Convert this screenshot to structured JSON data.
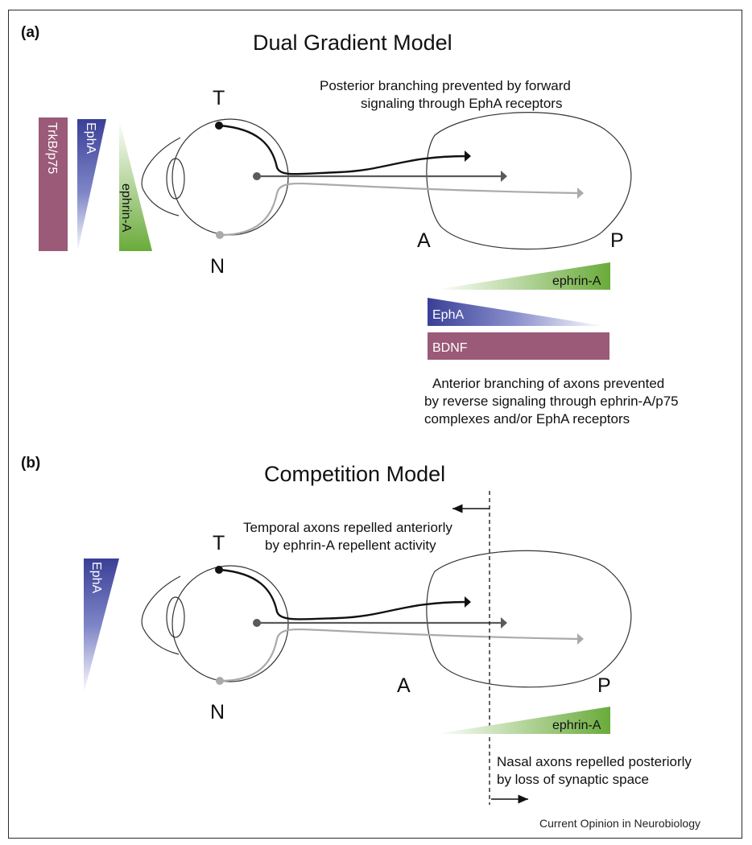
{
  "panel_a": {
    "label": "(a)",
    "title": "Dual Gradient Model",
    "retina_letters": {
      "top": "T",
      "bottom": "N"
    },
    "retina_gradients": [
      "TrkB/p75",
      "EphA",
      "ephrin-A"
    ],
    "tectum_letters": {
      "anterior": "A",
      "posterior": "P"
    },
    "tectum_gradients": [
      "ephrin-A",
      "EphA",
      "BDNF"
    ],
    "posterior_caption": [
      "Posterior branching prevented by forward",
      "signaling through EphA receptors"
    ],
    "anterior_caption": [
      "Anterior branching of axons prevented",
      "by reverse signaling through ephrin-A/p75",
      "complexes and/or EphA receptors"
    ]
  },
  "panel_b": {
    "label": "(b)",
    "title": "Competition Model",
    "retina_letters": {
      "top": "T",
      "bottom": "N"
    },
    "retina_gradient": "EphA",
    "tectum_letters": {
      "anterior": "A",
      "posterior": "P"
    },
    "tectum_gradient": "ephrin-A",
    "temporal_caption": [
      "Temporal axons repelled anteriorly",
      "by ephrin-A repellent activity"
    ],
    "nasal_caption": [
      "Nasal axons repelled posteriorly",
      "by loss of synaptic space"
    ]
  },
  "credit": "Current Opinion in Neurobiology",
  "colors": {
    "trkb_p75": "#9a5a78",
    "epha": "#3a3f97",
    "ephrin_a": "#6aab3a",
    "bdnf": "#9a5a78",
    "axon_dark": "#111111",
    "axon_mid": "#5a5a5a",
    "axon_light": "#aaaaaa"
  }
}
